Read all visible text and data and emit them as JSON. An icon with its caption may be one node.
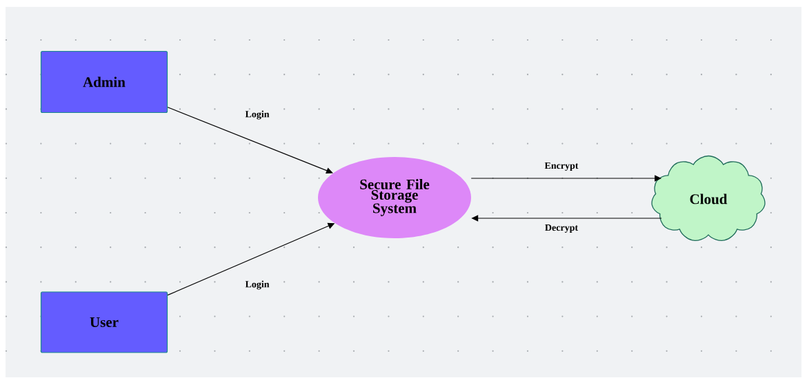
{
  "diagram": {
    "nodes": [
      {
        "text": [
          "Admin"
        ]
      },
      {
        "text": [
          "User"
        ]
      },
      {
        "text": [
          "Secure File Storage System"
        ]
      },
      {
        "text": [
          "Cloud"
        ]
      }
    ],
    "edges": [
      {
        "from": 0,
        "to": 2,
        "arrow": "to",
        "label": "Login"
      },
      {
        "from": 1,
        "to": 2,
        "arrow": "to",
        "label": "Login"
      },
      {
        "from": 2,
        "to": 3,
        "arrow": "to",
        "label": "Encrypt"
      },
      {
        "from": 3,
        "to": 2,
        "arrow": "to",
        "label": "Decrypt"
      }
    ]
  }
}
